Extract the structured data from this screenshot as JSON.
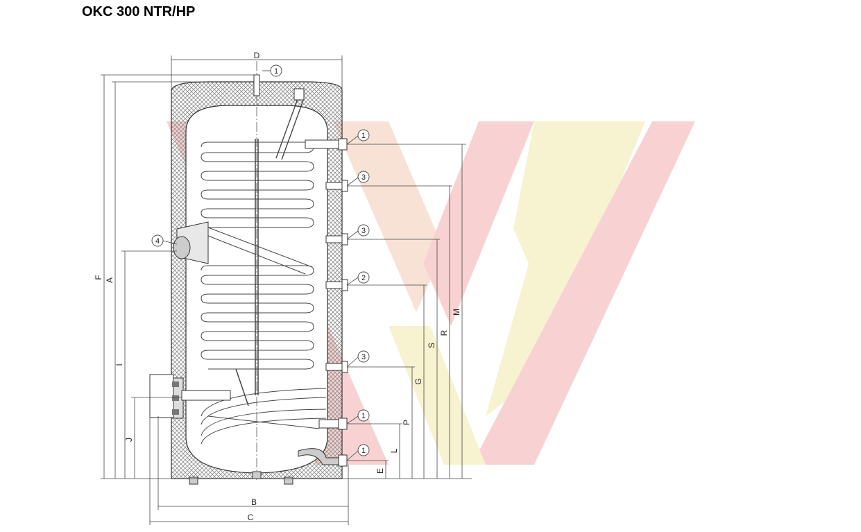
{
  "title": "OKC 300 NTR/HP",
  "dimensions": {
    "D": "D",
    "F": "F",
    "A": "A",
    "I": "I",
    "J": "J",
    "E": "E",
    "L": "L",
    "P": "P",
    "G": "G",
    "S": "S",
    "R": "R",
    "M": "M",
    "B": "B",
    "C": "C"
  },
  "callouts": [
    "1",
    "1",
    "3",
    "3",
    "2",
    "3",
    "1",
    "1",
    "4"
  ],
  "colors": {
    "line": "#333333",
    "insulation": "#9a9a9a",
    "watermark_red": "#f2b4b4",
    "watermark_yellow": "#f5eec0"
  }
}
